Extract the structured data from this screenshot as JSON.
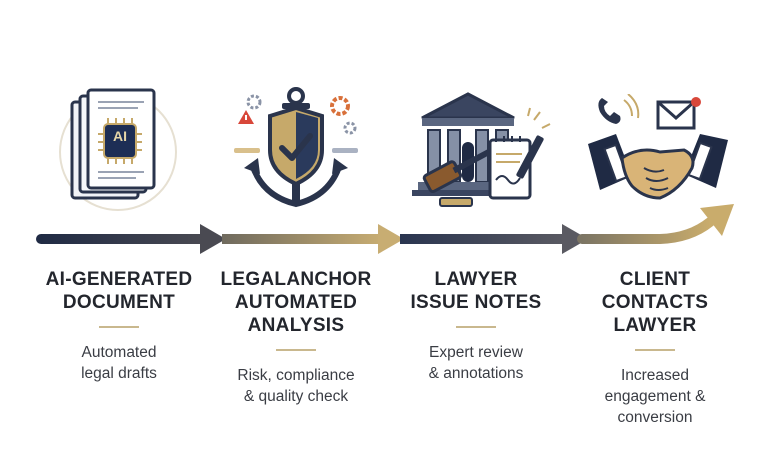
{
  "steps": [
    {
      "title": "AI-GENERATED\nDOCUMENT",
      "desc": "Automated\nlegal drafts",
      "icon": "ai-document-icon"
    },
    {
      "title": "LEGALANCHOR\nAUTOMATED\nANALYSIS",
      "desc": "Risk, compliance\n& quality check",
      "icon": "anchor-shield-icon"
    },
    {
      "title": "LAWYER\nISSUE NOTES",
      "desc": "Expert review\n& annotations",
      "icon": "courthouse-gavel-icon"
    },
    {
      "title": "CLIENT\nCONTACTS\nLAWYER",
      "desc": "Increased\nengagement &\nconversion",
      "icon": "handshake-icon"
    }
  ],
  "badge_text": "AI",
  "colors": {
    "navy": "#25304a",
    "gold": "#c6a96a",
    "dark": "#23262d"
  }
}
